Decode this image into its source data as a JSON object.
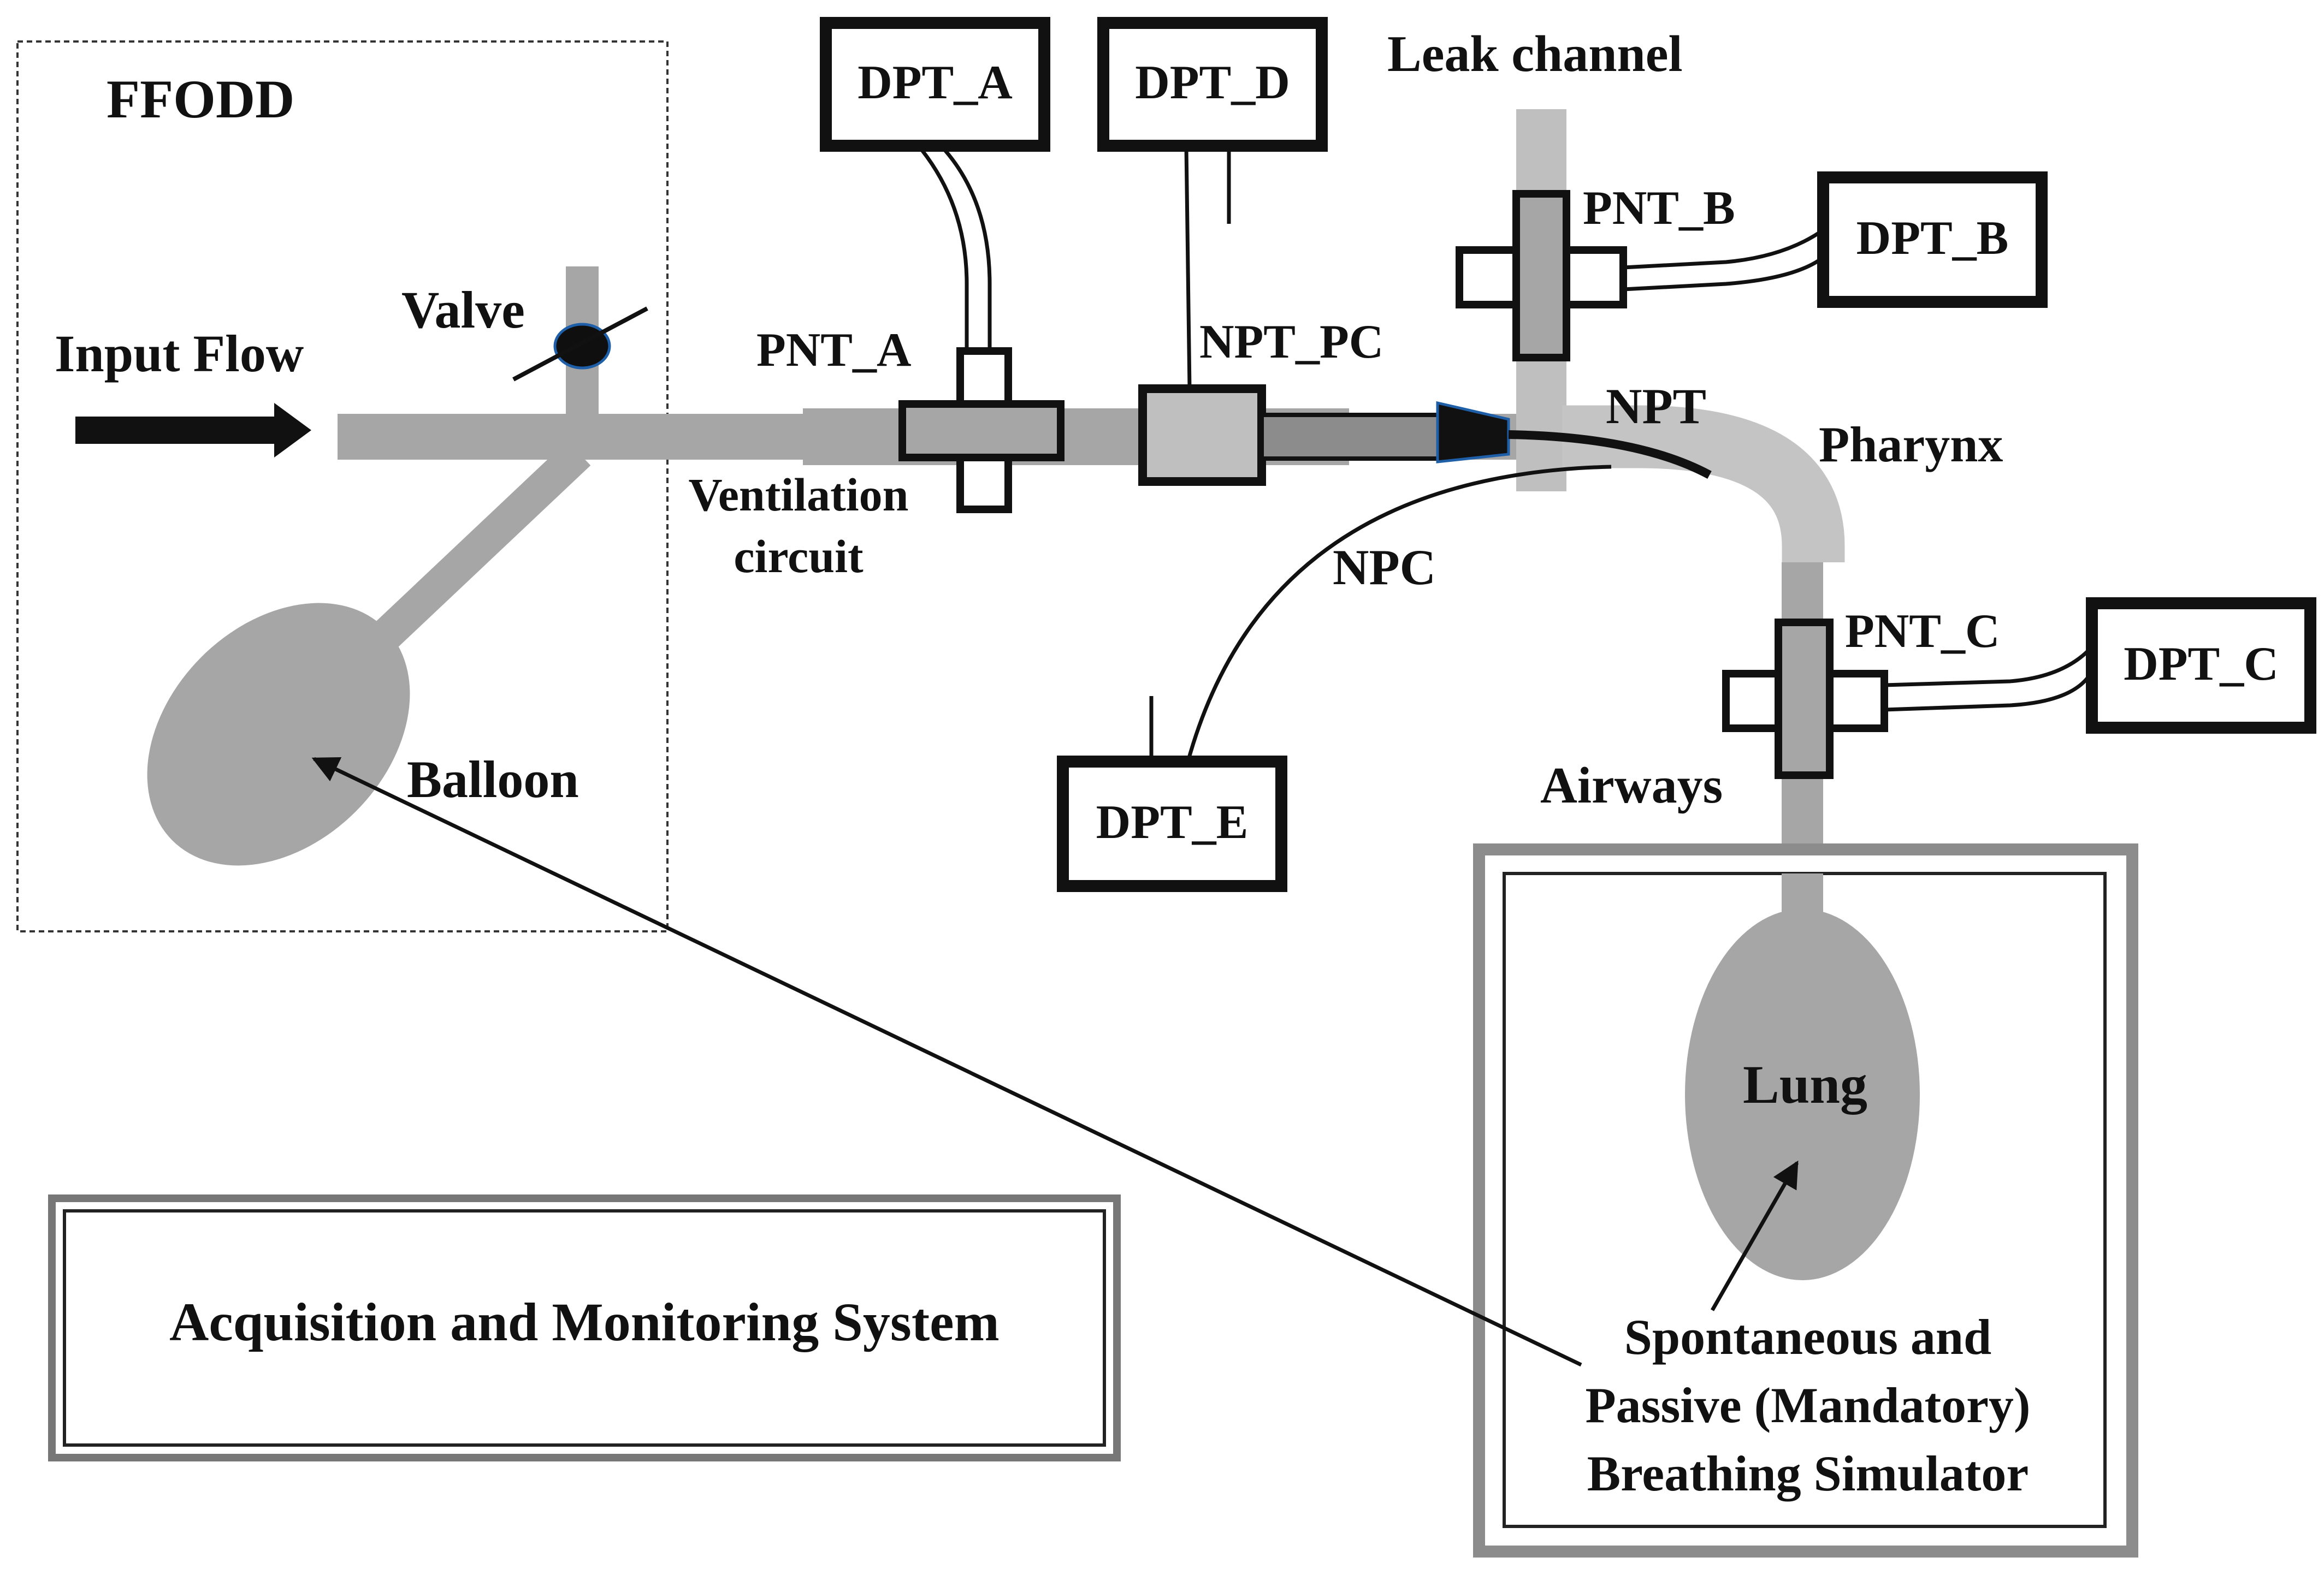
{
  "labels": {
    "ffodd": "FFODD",
    "input_flow": "Input Flow",
    "valve": "Valve",
    "balloon": "Balloon",
    "pnt_a": "PNT_A",
    "ventilation_circuit_line1": "Ventilation",
    "ventilation_circuit_line2": "circuit",
    "npt_pc": "NPT_PC",
    "leak_channel": "Leak channel",
    "pnt_b": "PNT_B",
    "npt": "NPT",
    "pharynx": "Pharynx",
    "npc": "NPC",
    "pnt_c": "PNT_C",
    "airways": "Airways",
    "lung": "Lung",
    "simulator_line1": "Spontaneous and",
    "simulator_line2": "Passive (Mandatory)",
    "simulator_line3": "Breathing Simulator",
    "acquisition_system": "Acquisition and Monitoring System"
  },
  "sensors": {
    "dpt_a": "DPT_A",
    "dpt_b": "DPT_B",
    "dpt_c": "DPT_C",
    "dpt_d": "DPT_D",
    "dpt_e": "DPT_E"
  },
  "colors": {
    "tube": "#a6a6a6",
    "light_tube": "#c0c0c0",
    "dark": "#111111",
    "npt_tip": "#1e5fa8"
  }
}
